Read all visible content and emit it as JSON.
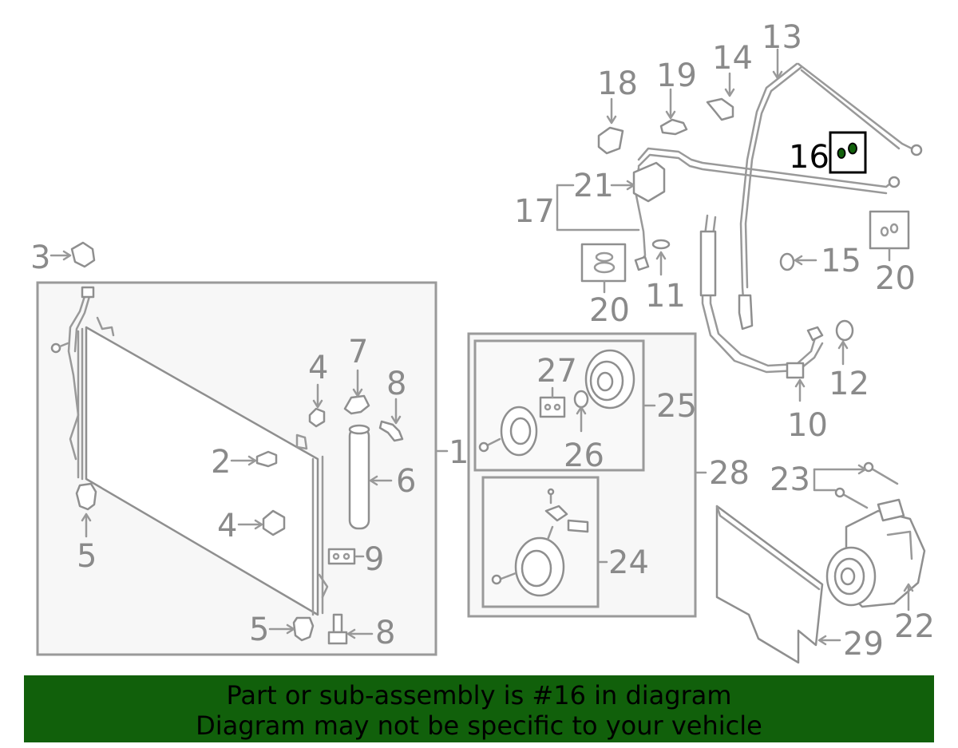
{
  "callouts": {
    "c1": "1",
    "c2": "2",
    "c3": "3",
    "c4a": "4",
    "c4b": "4",
    "c5a": "5",
    "c5b": "5",
    "c6": "6",
    "c7": "7",
    "c8a": "8",
    "c8b": "8",
    "c9": "9",
    "c10": "10",
    "c11": "11",
    "c12": "12",
    "c13": "13",
    "c14": "14",
    "c15": "15",
    "c16": "16",
    "c17": "17",
    "c18": "18",
    "c19": "19",
    "c20a": "20",
    "c20b": "20",
    "c21": "21",
    "c22": "22",
    "c23": "23",
    "c24": "24",
    "c25": "25",
    "c26": "26",
    "c27": "27",
    "c28": "28",
    "c29": "29"
  },
  "highlight": {
    "part_number": "16",
    "color": "#11600b"
  },
  "banner": {
    "line1": "Part or sub-assembly is #16 in diagram",
    "line2": "Diagram may not be specific to your vehicle",
    "background": "#11600b"
  }
}
